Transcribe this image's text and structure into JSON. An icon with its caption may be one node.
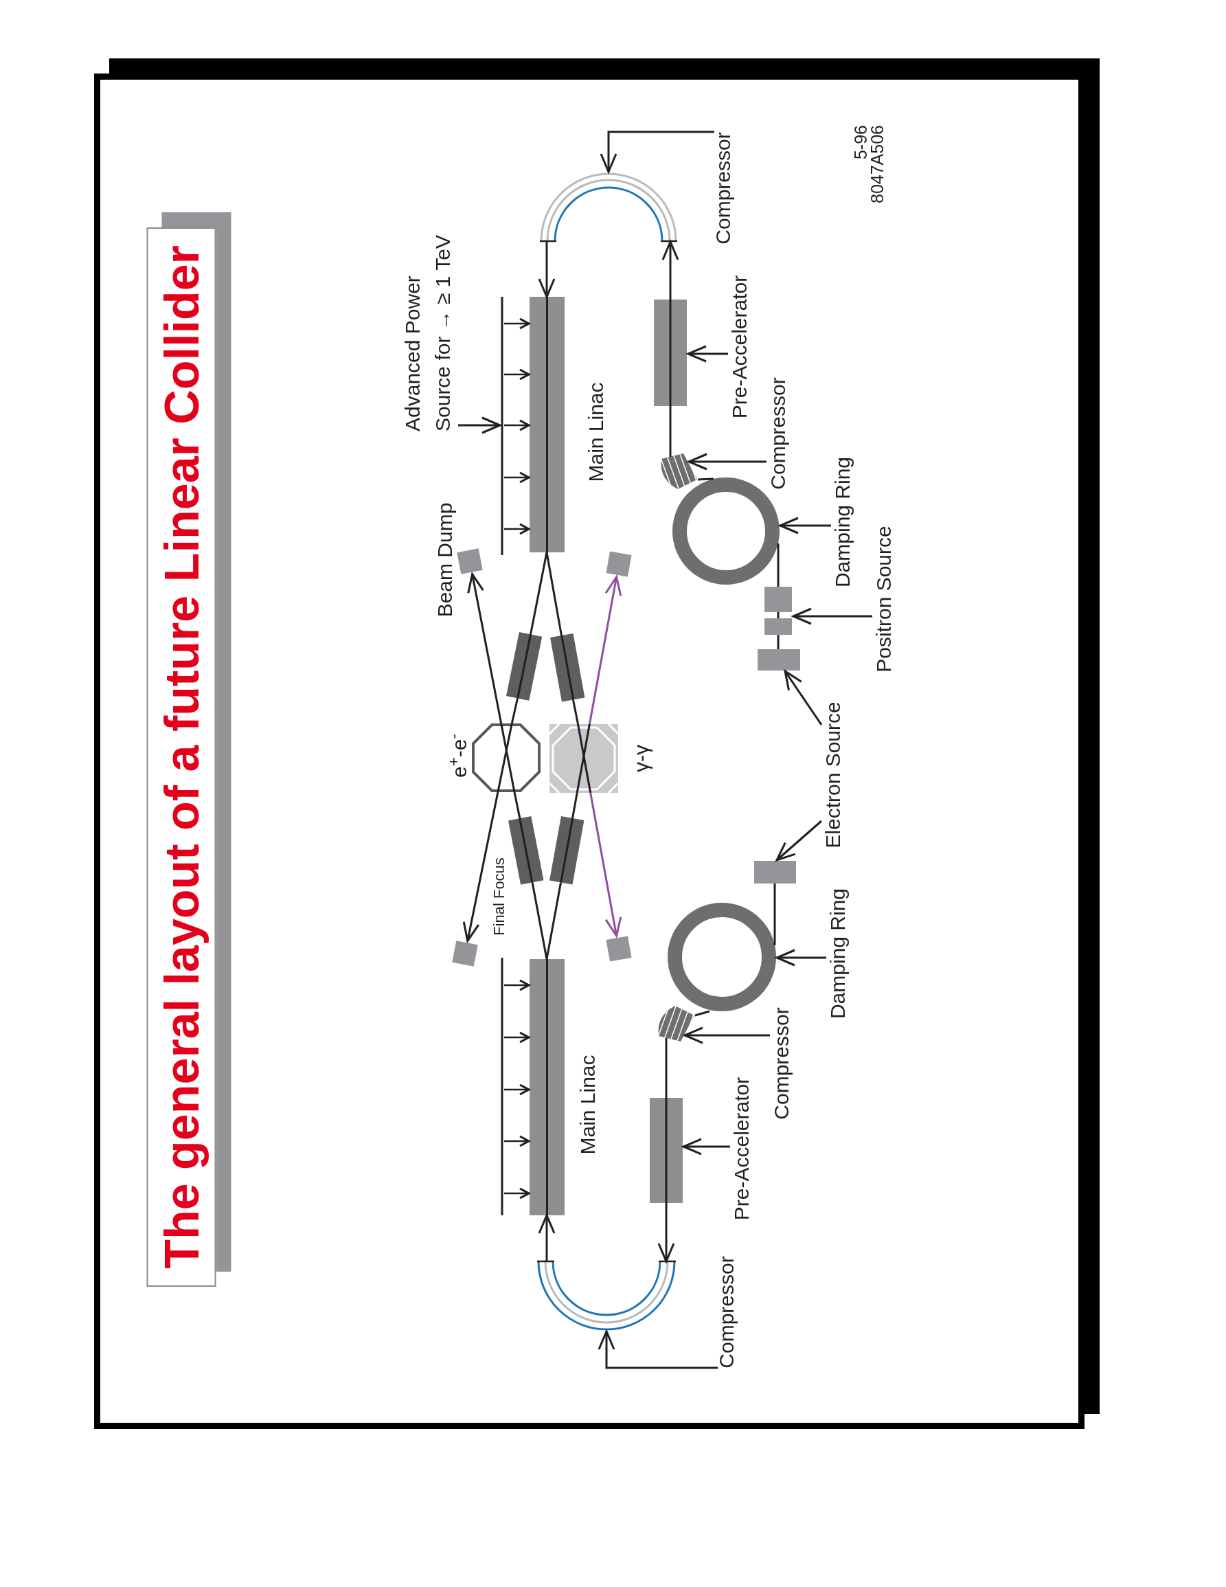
{
  "diagram": {
    "title": "The general layout of a future Linear Collider",
    "nodes": [
      {
        "text": [
          "Advanced Power Source for → ≥ 1 TeV"
        ]
      },
      {
        "text": [],
        "shape": "line"
      },
      {
        "text": [],
        "shape": "bar",
        "beside": [
          "Main Linac"
        ]
      },
      {
        "text": [],
        "shape": "arc"
      },
      {
        "text": [
          "Compressor"
        ]
      },
      {
        "text": [],
        "shape": "bar"
      },
      {
        "text": [
          "Pre-Accelerator"
        ]
      },
      {
        "text": [],
        "shape": "wedge"
      },
      {
        "text": [
          "Compressor"
        ]
      },
      {
        "text": [],
        "shape": "ring"
      },
      {
        "text": [
          "Damping Ring"
        ]
      },
      {
        "text": [],
        "shape": "box"
      },
      {
        "text": [
          "Positron Source"
        ]
      },
      {
        "text": [],
        "shape": "box"
      },
      {
        "text": [
          "Electron Source"
        ]
      },
      {
        "text": [],
        "shape": "box"
      },
      {
        "text": [],
        "shape": "ring"
      },
      {
        "text": [
          "Damping Ring"
        ]
      },
      {
        "text": [],
        "shape": "wedge"
      },
      {
        "text": [
          "Compressor"
        ]
      },
      {
        "text": [],
        "shape": "bar"
      },
      {
        "text": [
          "Pre-Accelerator"
        ]
      },
      {
        "text": [],
        "shape": "bar",
        "beside": [
          "Main Linac"
        ]
      },
      {
        "text": [],
        "shape": "line"
      },
      {
        "text": [],
        "shape": "arc"
      },
      {
        "text": [
          "Compressor"
        ]
      },
      {
        "text": [],
        "shape": "box",
        "beside": [
          "Beam Dump"
        ]
      },
      {
        "text": [],
        "shape": "box"
      },
      {
        "text": [],
        "shape": "box"
      },
      {
        "text": [],
        "shape": "box"
      },
      {
        "text": [],
        "shape": "bar"
      },
      {
        "text": [],
        "shape": "bar"
      },
      {
        "text": [],
        "shape": "bar",
        "beside": [
          "Final Focus"
        ]
      },
      {
        "text": [],
        "shape": "bar"
      },
      {
        "text": [],
        "shape": "octagon",
        "beside": [
          "e$^{+}$-e$^{-}$"
        ]
      },
      {
        "text": [],
        "shape": "box",
        "beside": [
          "γ-γ"
        ]
      }
    ],
    "edges": [
      {
        "from": 0,
        "to": 1,
        "arrow": "to"
      },
      {
        "from": 1,
        "to": 2,
        "arrow": "to"
      },
      {
        "from": 1,
        "to": 2,
        "arrow": "to"
      },
      {
        "from": 1,
        "to": 2,
        "arrow": "to"
      },
      {
        "from": 1,
        "to": 2,
        "arrow": "to"
      },
      {
        "from": 1,
        "to": 2,
        "arrow": "to"
      },
      {
        "from": 3,
        "to": 2,
        "arrow": "to"
      },
      {
        "from": 5,
        "to": 3,
        "arrow": "to"
      },
      {
        "from": 7,
        "to": 5,
        "arrow": "none"
      },
      {
        "from": 9,
        "to": 7,
        "arrow": "none"
      },
      {
        "from": 4,
        "to": 3,
        "arrow": "to"
      },
      {
        "from": 6,
        "to": 5,
        "arrow": "to"
      },
      {
        "from": 8,
        "to": 7,
        "arrow": "to"
      },
      {
        "from": 10,
        "to": 9,
        "arrow": "to"
      },
      {
        "from": 11,
        "to": 9,
        "arrow": "none"
      },
      {
        "from": 13,
        "to": 11,
        "arrow": "none"
      },
      {
        "from": 12,
        "to": 11,
        "arrow": "to"
      },
      {
        "from": 14,
        "to": 13,
        "arrow": "to"
      },
      {
        "from": 14,
        "to": 15,
        "arrow": "to"
      },
      {
        "from": 15,
        "to": 16,
        "arrow": "none"
      },
      {
        "from": 17,
        "to": 16,
        "arrow": "to"
      },
      {
        "from": 16,
        "to": 18,
        "arrow": "none"
      },
      {
        "from": 19,
        "to": 18,
        "arrow": "to"
      },
      {
        "from": 18,
        "to": 20,
        "arrow": "none"
      },
      {
        "from": 21,
        "to": 20,
        "arrow": "to"
      },
      {
        "from": 20,
        "to": 24,
        "arrow": "to"
      },
      {
        "from": 24,
        "to": 22,
        "arrow": "to"
      },
      {
        "from": 23,
        "to": 22,
        "arrow": "to"
      },
      {
        "from": 23,
        "to": 22,
        "arrow": "to"
      },
      {
        "from": 23,
        "to": 22,
        "arrow": "to"
      },
      {
        "from": 23,
        "to": 22,
        "arrow": "to"
      },
      {
        "from": 23,
        "to": 22,
        "arrow": "to"
      },
      {
        "from": 25,
        "to": 24,
        "arrow": "to"
      },
      {
        "from": 2,
        "to": 30,
        "arrow": "none"
      },
      {
        "from": 30,
        "to": 34,
        "arrow": "none"
      },
      {
        "from": 34,
        "to": 28,
        "arrow": "to"
      },
      {
        "from": 2,
        "to": 31,
        "arrow": "none"
      },
      {
        "from": 31,
        "to": 35,
        "arrow": "none"
      },
      {
        "from": 35,
        "to": 29,
        "arrow": "to",
        "color": "#8e4f9e"
      },
      {
        "from": 22,
        "to": 32,
        "arrow": "none"
      },
      {
        "from": 32,
        "to": 34,
        "arrow": "none"
      },
      {
        "from": 34,
        "to": 26,
        "arrow": "to"
      },
      {
        "from": 22,
        "to": 33,
        "arrow": "none"
      },
      {
        "from": 33,
        "to": 35,
        "arrow": "none"
      },
      {
        "from": 35,
        "to": 27,
        "arrow": "to",
        "color": "#8e4f9e"
      }
    ],
    "labels": [
      "5-96",
      "8047A506"
    ]
  }
}
